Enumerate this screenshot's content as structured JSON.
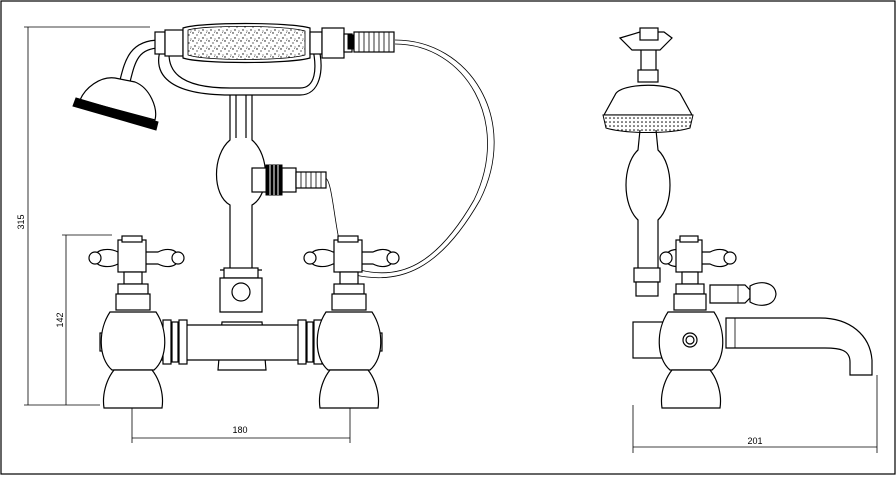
{
  "dimensions": {
    "overall_height": "315",
    "body_height": "142",
    "centres": "180",
    "projection": "201"
  },
  "views": [
    "front-view",
    "side-view"
  ]
}
